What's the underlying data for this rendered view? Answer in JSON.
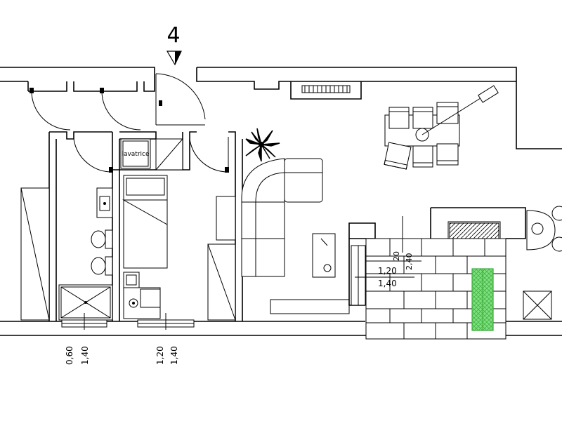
{
  "section_marker": {
    "label": "4"
  },
  "room_labels": {
    "laundry": "lavatrice"
  },
  "dimensions": {
    "window_left_width": "0,60",
    "window_left_height": "1,40",
    "window_mid_width": "1,20",
    "window_mid_height": "1,40",
    "terrace_top_a": "20",
    "terrace_top_b": "2,40",
    "terrace_mid_a": "1,20",
    "terrace_mid_b": "1,40"
  },
  "colors": {
    "line": "#000000",
    "highlight_fill": "#7CE07C",
    "highlight_stroke": "#3DAA3D",
    "background": "#FFFFFF"
  }
}
